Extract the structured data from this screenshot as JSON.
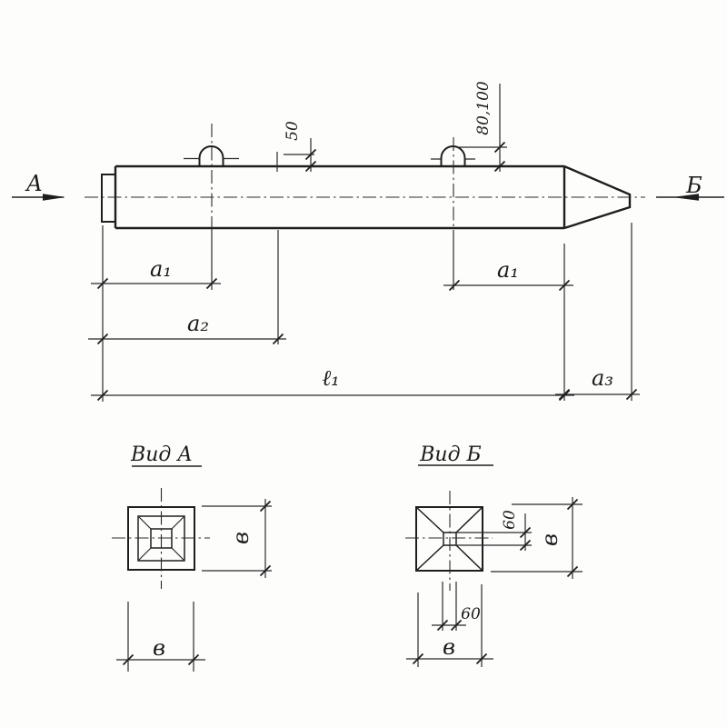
{
  "meta": {
    "kind": "engineering drawing, pile elevation with two end views",
    "colors": {
      "ink": "#1e1e1e",
      "paper": "#fdfdfc"
    }
  },
  "elevation": {
    "section_arrow_left_label": "А",
    "section_arrow_right_label": "Б",
    "dim_mark_offset": "50",
    "dim_loop_height": "80,100",
    "dim_a1_left": "а₁",
    "dim_a2": "а₂",
    "dim_a1_right": "а₁",
    "dim_l1": "ℓ₁",
    "dim_a3": "а₃"
  },
  "view_a": {
    "title": "Вид А",
    "dim_width_right": "в",
    "dim_width_bottom": "в"
  },
  "view_b": {
    "title": "Вид Б",
    "dim_tip_vertical": "60",
    "dim_tip_horizontal": "60",
    "dim_width_right": "в",
    "dim_width_bottom": "в"
  }
}
